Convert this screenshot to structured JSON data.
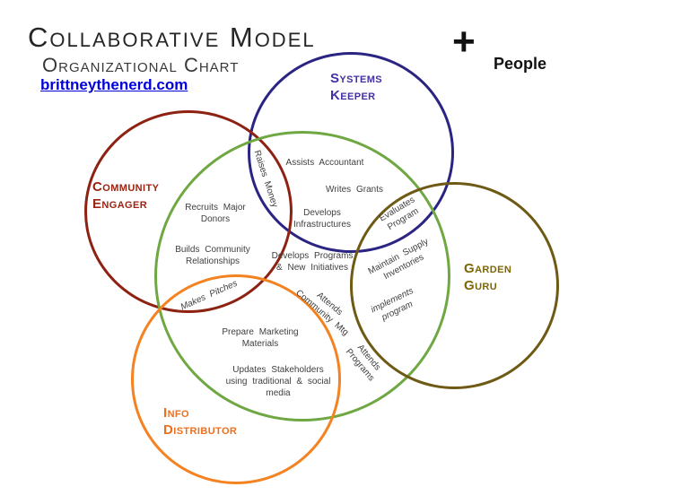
{
  "header": {
    "title": "Collaborative Model",
    "subtitle": "Organizational Chart",
    "link": "brittneythenerd.com",
    "plus_symbol": "+",
    "plus_label": "People"
  },
  "colors": {
    "systems_circle": "#2b2483",
    "community_circle": "#8e2212",
    "overlap_circle": "#6fa843",
    "garden_circle": "#6e5a14",
    "info_circle": "#f58220",
    "systems_text": "#4131a5",
    "community_text": "#9c2412",
    "garden_text": "#7d6608",
    "info_text": "#ed6f1e",
    "link_text": "#0000dd",
    "body_text": "#3f3f3f"
  },
  "roles": {
    "systems_keeper": {
      "line1": "Systems",
      "line2": "Keeper"
    },
    "community_engager": {
      "line1": "Community",
      "line2": "Engager"
    },
    "garden_guru": {
      "line1": "Garden",
      "line2": "Guru"
    },
    "info_distributor": {
      "line1": "Info",
      "line2": "Distributor"
    }
  },
  "tasks": {
    "assists_accountant": {
      "line1": "Assists Accountant"
    },
    "writes_grants": {
      "line1": "Writes Grants"
    },
    "develops_infrastructures": {
      "line1": "Develops",
      "line2": "Infrastructures"
    },
    "raises_money": {
      "line1": "Raises Money"
    },
    "evaluates_program": {
      "line1": "Evaluates",
      "line2": "Program"
    },
    "recruits_major_donors": {
      "line1": "Recruits Major",
      "line2": "Donors"
    },
    "builds_community_relationships": {
      "line1": "Builds Community",
      "line2": "Relationships"
    },
    "develops_programs": {
      "line1": "Develops Programs",
      "line2": "& New Initiatives"
    },
    "makes_pitches": {
      "line1": "Makes Pitches"
    },
    "attends_community_mtg": {
      "line1": "Attends",
      "line2": "Community Mtg"
    },
    "maintain_supply_inventories": {
      "line1": "Maintain Supply",
      "line2": "Inventories"
    },
    "implements_program": {
      "line1": "implements",
      "line2": "program"
    },
    "attends_programs": {
      "line1": "Attends",
      "line2": "Programs"
    },
    "prepare_marketing_materials": {
      "line1": "Prepare Marketing",
      "line2": "Materials"
    },
    "updates_stakeholders": {
      "line1": "Updates Stakeholders",
      "line2": "using traditional & social",
      "line3": "media"
    }
  }
}
